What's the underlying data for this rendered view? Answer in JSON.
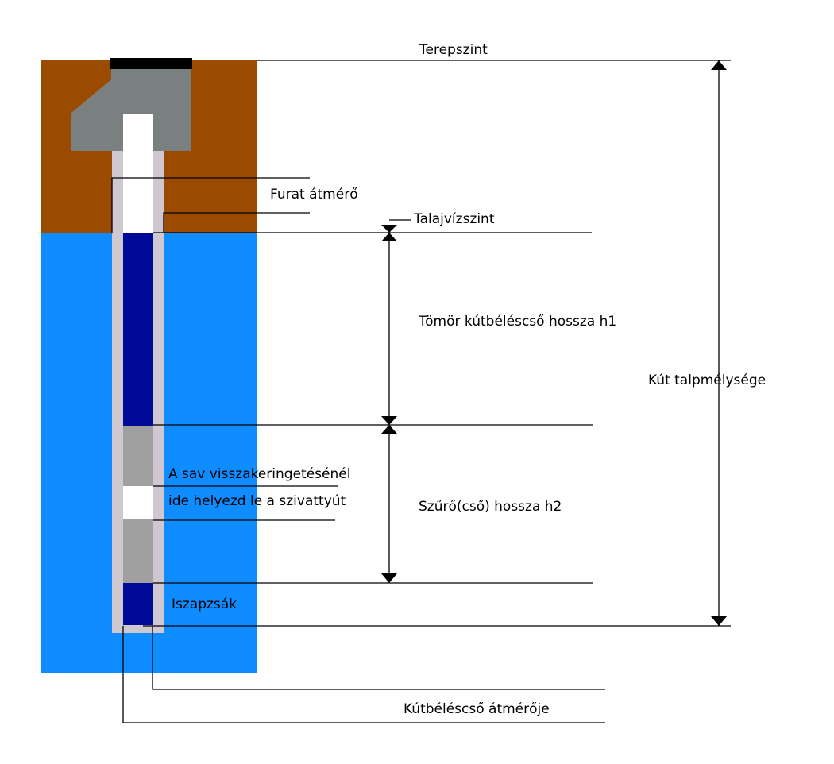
{
  "labels": {
    "ground_level": "Terepszint",
    "borehole_diameter": "Furat átmérő",
    "groundwater_level": "Talajvízszint",
    "solid_casing_length": "Tömör kútbéléscső hossza h1",
    "well_depth": "Kút talpmélysége",
    "pump_note_line1": "A sav visszakeringetésénél",
    "pump_note_line2": "ide helyezd le a szivattyút",
    "screen_length": "Szűrő(cső) hossza h2",
    "sump": "Iszapzsák",
    "casing_diameter": "Kútbéléscső átmérője"
  },
  "colors": {
    "soil": "#9b4b00",
    "aquifer": "#0f8cff",
    "concrete": "#7a7f7f",
    "cap": "#000000",
    "gravel_pack": "#cfc8d0",
    "casing_interior": "#ffffff",
    "water_column": "#000a99",
    "screen": "#a0a0a0",
    "line": "#000000"
  }
}
